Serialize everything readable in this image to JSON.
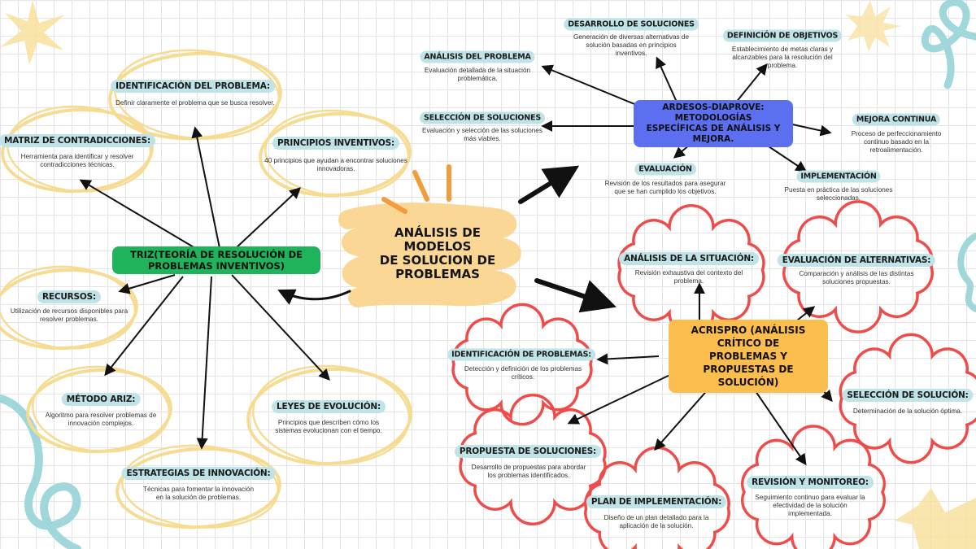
{
  "central": {
    "lines": [
      "ANÁLISIS DE MODELOS",
      "DE SOLUCION DE",
      "PROBLEMAS"
    ]
  },
  "triz": {
    "title": "TRIZ(TEORÍA DE RESOLUCIÓN DE PROBLEMAS INVENTIVOS)",
    "items": [
      {
        "label": "IDENTIFICACIÓN DEL PROBLEMA:",
        "desc": [
          "Definir claramente el problema que se busca resolver."
        ]
      },
      {
        "label": "MATRIZ DE CONTRADICCIONES:",
        "desc": [
          "Herramienta para identificar y resolver",
          "contradicciones técnicas."
        ]
      },
      {
        "label": "PRINCIPIOS INVENTIVOS:",
        "desc": [
          "40 principios que ayudan a encontrar soluciones",
          "innovadoras."
        ]
      },
      {
        "label": "RECURSOS:",
        "desc": [
          "Utilización de recursos disponibles para",
          "resolver problemas."
        ]
      },
      {
        "label": "MÉTODO ARIZ:",
        "desc": [
          "Algoritmo para resolver problemas de",
          "innovación complejos."
        ]
      },
      {
        "label": "LEYES DE EVOLUCIÓN:",
        "desc": [
          "Principios que describen cómo los",
          "sistemas evolucionan con el tiempo."
        ]
      },
      {
        "label": "ESTRATEGIAS DE INNOVACIÓN:",
        "desc": [
          "Técnicas para fomentar la innovación",
          "en la solución de problemas."
        ]
      }
    ]
  },
  "ardesos": {
    "title": [
      "ARDESOS-DIAPROVE: METODOLOGÍAS",
      "ESPECÍFICAS DE ANÁLISIS Y MEJORA."
    ],
    "items": [
      {
        "label": "DESARROLLO DE SOLUCIONES",
        "desc": [
          "Generación de diversas alternativas de",
          "solución basadas en principios",
          "inventivos."
        ]
      },
      {
        "label": "DEFINICIÓN DE OBJETIVOS",
        "desc": [
          "Establecimiento de metas claras y",
          "alcanzables para la resolución del",
          "problema."
        ]
      },
      {
        "label": "ANÁLISIS DEL PROBLEMA",
        "desc": [
          "Evaluación detallada de la situación",
          "problemática."
        ]
      },
      {
        "label": "SELECCIÓN DE SOLUCIONES",
        "desc": [
          "Evaluación y selección de las soluciones",
          "más viables."
        ]
      },
      {
        "label": "MEJORA CONTINUA",
        "desc": [
          "Proceso de perfeccionamiento",
          "continuo basado en la",
          "retroalimentación."
        ]
      },
      {
        "label": "EVALUACIÓN",
        "desc": [
          "Revisión de los resultados para asegurar",
          "que se han cumplido los objetivos."
        ]
      },
      {
        "label": "IMPLEMENTACIÓN",
        "desc": [
          "Puesta en práctica de las soluciones",
          "seleccionadas."
        ]
      }
    ]
  },
  "acrispro": {
    "title": [
      "ACRISPRO (ANÁLISIS CRÍTICO DE",
      "PROBLEMAS Y PROPUESTAS DE",
      "SOLUCIÓN)"
    ],
    "items": [
      {
        "label": "ANÁLISIS DE LA SITUACIÓN:",
        "desc": [
          "Revisión exhaustiva del contexto del",
          "problema."
        ]
      },
      {
        "label": "EVALUACIÓN DE ALTERNATIVAS:",
        "desc": [
          "Comparación y análisis de las distintas",
          "soluciones propuestas."
        ]
      },
      {
        "label": "IDENTIFICACIÓN DE PROBLEMAS:",
        "desc": [
          "Detección y definición de los problemas",
          "críticos."
        ]
      },
      {
        "label": "SELECCIÓN DE SOLUCIÓN:",
        "desc": [
          "Determinación de la solución óptima."
        ]
      },
      {
        "label": "PROPUESTA DE SOLUCIONES:",
        "desc": [
          "Desarrollo de propuestas para abordar",
          "los problemas identificados."
        ]
      },
      {
        "label": "REVISIÓN Y MONITOREO:",
        "desc": [
          "Seguimiento continuo para evaluar la",
          "efectividad de la solución",
          "implementada."
        ]
      },
      {
        "label": "PLAN DE IMPLEMENTACIÓN:",
        "desc": [
          "Diseño de un plan detallado para la",
          "aplicación de la solución."
        ]
      }
    ]
  },
  "colors": {
    "grid": "#e4e4e4",
    "label_bg": "#bfe3e6",
    "triz_hub": "#1fb35c",
    "ardesos_hub": "#5b6ff0",
    "acrispro_hub": "#fbbd4e",
    "yellow_oval": "#f6dc92",
    "red_cloud": "#ef4b4b",
    "central_scribble": "#f9d38a",
    "teal_squiggle": "#9fd7db",
    "orange_rays": "#f39c3c"
  }
}
